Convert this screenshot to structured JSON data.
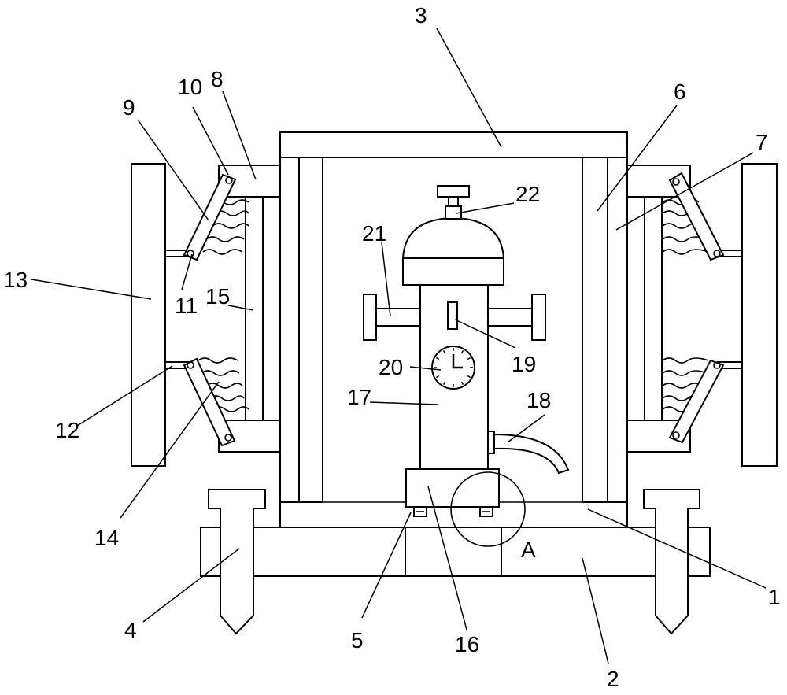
{
  "labels": {
    "l1": "1",
    "l2": "2",
    "l3": "3",
    "l4": "4",
    "l5": "5",
    "l6": "6",
    "l7": "7",
    "l8": "8",
    "l9": "9",
    "l10": "10",
    "l11": "11",
    "l12": "12",
    "l13": "13",
    "l14": "14",
    "l15": "15",
    "l16": "16",
    "l17": "17",
    "l18": "18",
    "l19": "19",
    "l20": "20",
    "l21": "21",
    "l22": "22",
    "detailA": "A"
  }
}
